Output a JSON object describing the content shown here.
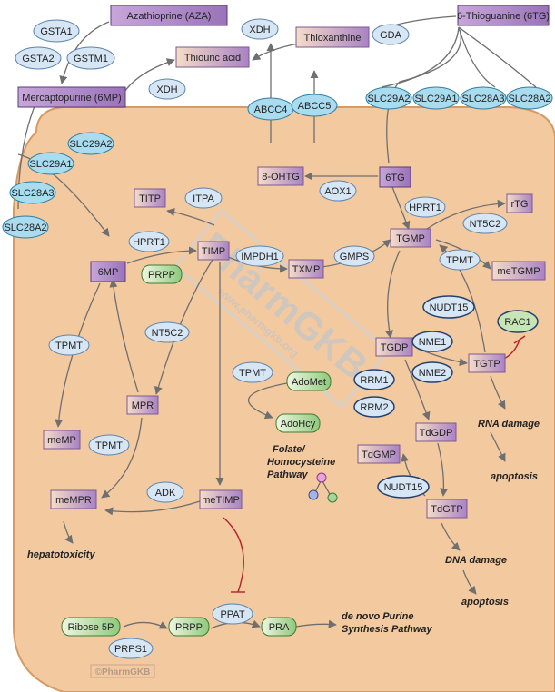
{
  "colors": {
    "cell": "#f3c9a0",
    "cell_edge": "#d69a63",
    "enzyme": "#a9dcef",
    "enzyme_edge": "#2f7ea3",
    "enzyme_dark": "#d6e6f5",
    "enzyme_dark_edge": "#23416d",
    "drug_left": "#f5dcc8",
    "drug_right": "#a983c4",
    "cofactor": "#a8d59a",
    "cofactor_edge": "#3d7a35",
    "arrow": "#6f6f6f",
    "inhibit": "#b3222c"
  },
  "drugs": {
    "aza": "Azathioprine (AZA)",
    "tg_outer": "6-Thioguanine (6TG)",
    "mp_outer": "Mercaptopurine (6MP)",
    "thioxanthine": "Thioxanthine",
    "thiouric": "Thiouric acid",
    "ohtg": "8-OHTG",
    "tg_in": "6TG",
    "titp": "TITP",
    "rtg": "rTG",
    "mp_in": "6MP",
    "timp": "TIMP",
    "txmp": "TXMP",
    "tgmp": "TGMP",
    "metgmp": "meTGMP",
    "tgdp": "TGDP",
    "tgtp": "TGTP",
    "mpr": "MPR",
    "memp": "meMP",
    "memimpr": "meMPR",
    "metimp": "meTIMP",
    "tdgdp": "TdGDP",
    "tdgmp": "TdGMP",
    "tdgtp": "TdGTP"
  },
  "enzymes": {
    "gsta1": "GSTA1",
    "gsta2": "GSTA2",
    "gstm1": "GSTM1",
    "xdh_top": "XDH",
    "gda": "GDA",
    "xdh_left": "XDH",
    "abcc4": "ABCC4",
    "abcc5": "ABCC5",
    "slc29a2_r": "SLC29A2",
    "slc29a1_r": "SLC29A1",
    "slc28a3_r": "SLC28A3",
    "slc28a2_r": "SLC28A2",
    "slc29a2_l": "SLC29A2",
    "slc29a1_l": "SLC29A1",
    "slc28a3_l": "SLC28A3",
    "slc28a2_l": "SLC28A2",
    "aox1": "AOX1",
    "hprt1_r": "HPRT1",
    "nt5c2_r": "NT5C2",
    "itpa": "ITPA",
    "hprt1_l": "HPRT1",
    "impdh1": "IMPDH1",
    "gmps": "GMPS",
    "tpmt_r": "TPMT",
    "nudt15_top": "NUDT15",
    "nme1": "NME1",
    "nme2": "NME2",
    "tpmt_l1": "TPMT",
    "nt5c2_l": "NT5C2",
    "tpmt_mid": "TPMT",
    "tpmt_l2": "TPMT",
    "rrm1": "RRM1",
    "rrm2": "RRM2",
    "adk": "ADK",
    "nudt15_bot": "NUDT15",
    "ppat": "PPAT",
    "prps1": "PRPS1"
  },
  "cofactors": {
    "prpp_top": "PRPP",
    "rac1": "RAC1",
    "adomet": "AdoMet",
    "adohcy": "AdoHcy",
    "ribose": "Ribose 5P",
    "prpp_bot": "PRPP",
    "pra": "PRA"
  },
  "labels": {
    "rna_damage": "RNA damage",
    "apoptosis_1": "apoptosis",
    "dna_damage": "DNA damage",
    "apoptosis_2": "apoptosis",
    "hepatotoxicity": "hepatotoxicity",
    "folate_1": "Folate/",
    "folate_2": "Homocysteine",
    "folate_3": "Pathway",
    "denovo_1": "de novo Purine",
    "denovo_2": "Synthesis Pathway"
  },
  "watermark": {
    "main": "PharmGKB",
    "sub": "www.pharmgkb.org",
    "copyright": "©PharmGKB"
  }
}
